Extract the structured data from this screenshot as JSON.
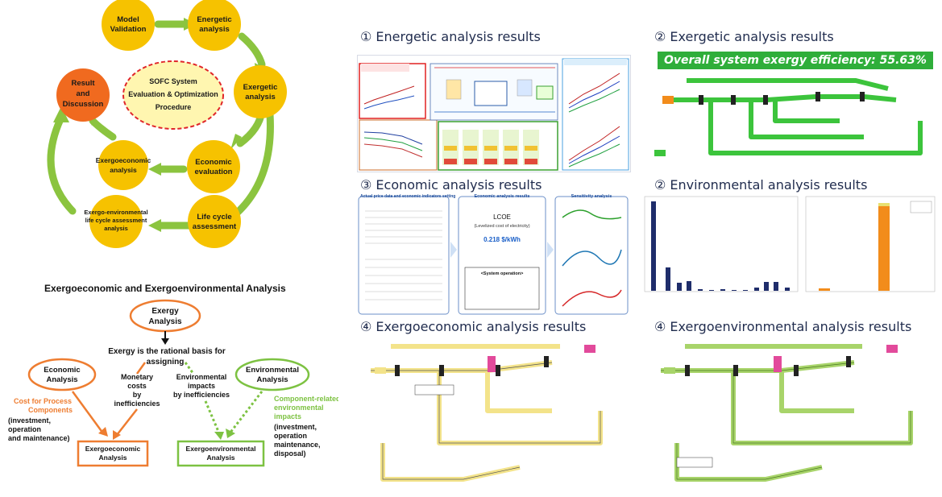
{
  "left_cycle": {
    "center": {
      "line1": "SOFC System",
      "line2": "Evaluation & Optimization",
      "line3": "Procedure"
    },
    "nodes": [
      {
        "id": "model",
        "line1": "Model",
        "line2": "Validation",
        "color": "#f6c200"
      },
      {
        "id": "energetic",
        "line1": "Energetic",
        "line2": "analysis",
        "color": "#f6c200"
      },
      {
        "id": "exergetic",
        "line1": "Exergetic",
        "line2": "analysis",
        "color": "#f6c200"
      },
      {
        "id": "economic",
        "line1": "Economic",
        "line2": "evaluation",
        "color": "#f6c200"
      },
      {
        "id": "lifecycle",
        "line1": "Life cycle",
        "line2": "assessment",
        "color": "#f6c200"
      },
      {
        "id": "exenv",
        "line1": "Exergo-environmental",
        "line2": "life cycle assessment",
        "line3": "analysis",
        "color": "#f6c200"
      },
      {
        "id": "execo",
        "line1": "Exergoeconomic",
        "line2": "analysis",
        "color": "#f6c200"
      },
      {
        "id": "result",
        "line1": "Result",
        "line2": "and",
        "line3": "Discussion",
        "color": "#f06a1f"
      }
    ]
  },
  "eea": {
    "title": "Exergoeconomic and Exergoenvironmental Analysis",
    "exergy": {
      "line1": "Exergy",
      "line2": "Analysis"
    },
    "basis": {
      "line1": "Exergy is the rational basis for",
      "line2": "assigning"
    },
    "economic": {
      "line1": "Economic",
      "line2": "Analysis"
    },
    "environmental": {
      "line1": "Environmental",
      "line2": "Analysis"
    },
    "monetary": {
      "line1": "Monetary",
      "line2": "costs",
      "line3": "by",
      "line4": "inefficiencies"
    },
    "env_impacts": {
      "line1": "Environmental",
      "line2": "impacts",
      "line3": "by inefficiencies"
    },
    "cost_label": {
      "line1": "Cost for Process",
      "line2": "Components"
    },
    "cost_detail": {
      "line1": "(investment,",
      "line2": "operation",
      "line3": "and maintenance)"
    },
    "comp_label": {
      "line1": "Component-related",
      "line2": "environmental",
      "line3": "impacts"
    },
    "comp_detail": {
      "line1": "(investment,",
      "line2": "operation",
      "line3": "maintenance,",
      "line4": "disposal)"
    },
    "exergoeconomic": {
      "line1": "Exergoeconomic",
      "line2": "Analysis"
    },
    "exergoenvironmental": {
      "line1": "Exergoenvironmental",
      "line2": "Analysis"
    },
    "colors": {
      "orange": "#ee7d31",
      "green": "#7dc242"
    }
  },
  "panels": {
    "p1": {
      "title": "① Energetic analysis results"
    },
    "p2": {
      "title": "② Exergetic analysis results",
      "banner": "Overall system exergy efficiency: 55.63%"
    },
    "p3": {
      "title": "③ Economic analysis results",
      "lcoe": "LCOE",
      "lcoe_sub": "(Levelized cost of electricity)",
      "lcoe_value": "0.218 $/kWh",
      "sys_op": "<System operation>",
      "col1": "Actual price data and economic indicators setting",
      "col2": "Economic analysis results",
      "col3": "Sensitivity analysis"
    },
    "p4": {
      "title": "② Environmental analysis results"
    },
    "p5": {
      "title": "④ Exergoeconomic analysis results"
    },
    "p6": {
      "title": "④ Exergoenvironmental analysis results"
    }
  }
}
